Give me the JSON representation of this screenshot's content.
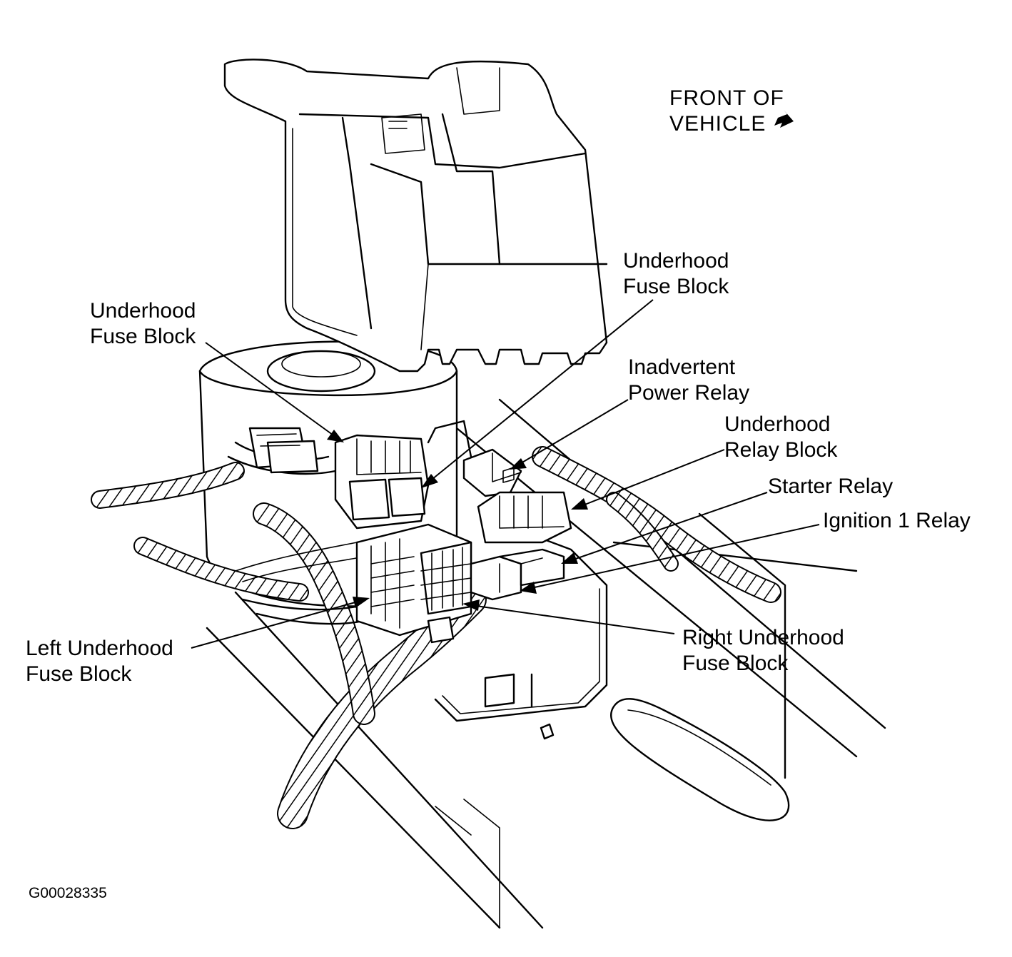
{
  "orientation": {
    "line1": "FRONT OF",
    "line2": "VEHICLE",
    "arrow_icon": "front-direction-arrow-icon"
  },
  "callouts": {
    "underhood_fuse_block_right": {
      "line1": "Underhood",
      "line2": "Fuse Block"
    },
    "underhood_fuse_block_left": {
      "line1": "Underhood",
      "line2": "Fuse Block"
    },
    "inadvertent_power_relay": {
      "line1": "Inadvertent",
      "line2": "Power Relay"
    },
    "underhood_relay_block": {
      "line1": "Underhood",
      "line2": "Relay Block"
    },
    "starter_relay": {
      "line1": "Starter Relay"
    },
    "ignition_1_relay": {
      "line1": "Ignition 1 Relay"
    },
    "left_underhood_fuse_block": {
      "line1": "Left Underhood",
      "line2": "Fuse Block"
    },
    "right_underhood_fuse_block": {
      "line1": "Right Underhood",
      "line2": "Fuse Block"
    }
  },
  "figure_id": "G00028335"
}
